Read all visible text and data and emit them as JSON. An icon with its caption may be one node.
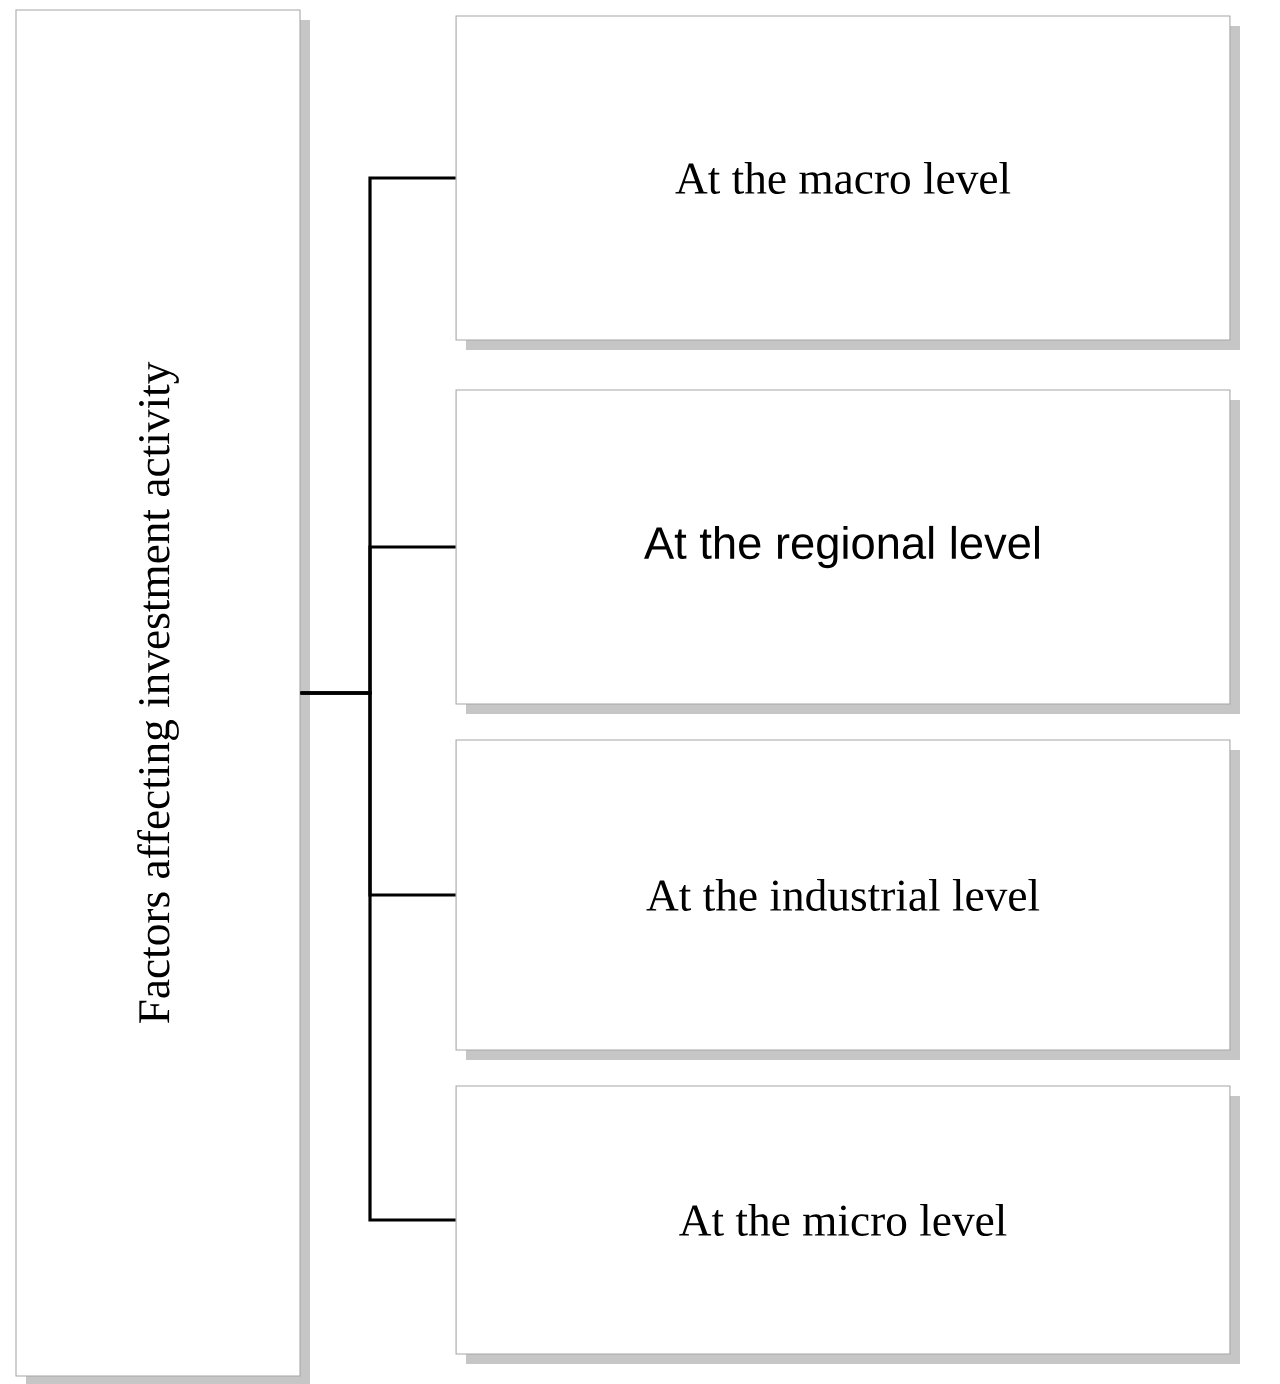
{
  "diagram": {
    "nodes": [
      {
        "text": [
          "Factors affecting investment activity"
        ]
      },
      {
        "text": [
          "At the macro level"
        ]
      },
      {
        "text": [
          "At the regional level"
        ]
      },
      {
        "text": [
          "At the industrial level"
        ]
      },
      {
        "text": [
          "At the micro level"
        ]
      }
    ],
    "edges": [
      {
        "from": 0,
        "to": 1,
        "arrow": "none"
      },
      {
        "from": 0,
        "to": 2,
        "arrow": "none"
      },
      {
        "from": 0,
        "to": 3,
        "arrow": "none"
      },
      {
        "from": 0,
        "to": 4,
        "arrow": "none"
      }
    ]
  }
}
